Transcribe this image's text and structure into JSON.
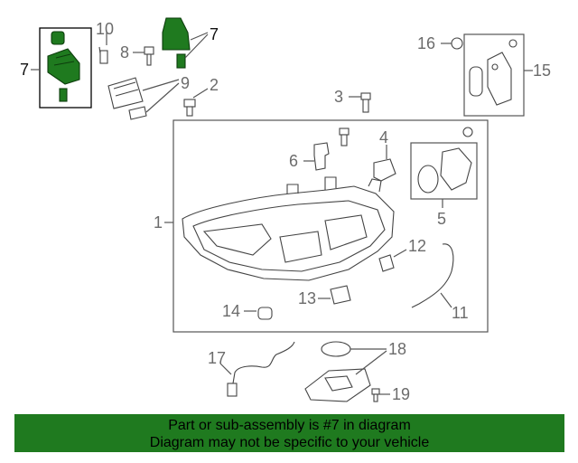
{
  "diagram": {
    "callouts": {
      "c1": "1",
      "c2": "2",
      "c3": "3",
      "c4": "4",
      "c5": "5",
      "c6": "6",
      "c7_left": "7",
      "c7_top": "7",
      "c8": "8",
      "c9": "9",
      "c10": "10",
      "c11": "11",
      "c12": "12",
      "c13": "13",
      "c14": "14",
      "c15": "15",
      "c16": "16",
      "c17": "17",
      "c18": "18",
      "c19": "19"
    },
    "highlight_color": "#1f7a1f"
  },
  "banner": {
    "line1": "Part or sub-assembly is #7 in diagram",
    "line2": "Diagram may not be specific to your vehicle",
    "background": "#1f7a1f"
  }
}
